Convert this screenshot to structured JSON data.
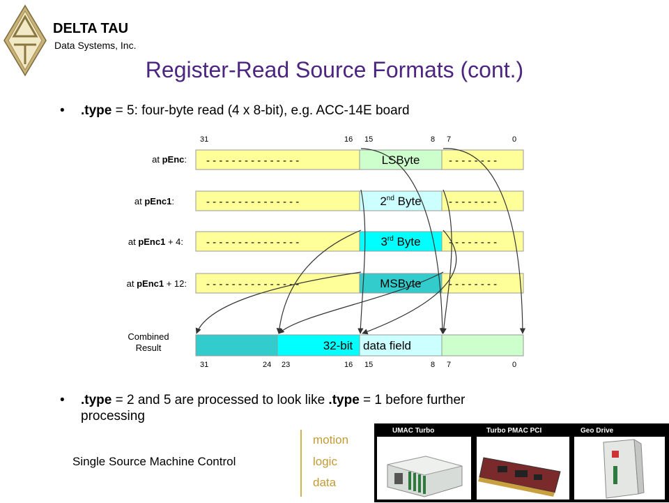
{
  "header": {
    "company_name": "DELTA TAU",
    "company_sub": "Data Systems, Inc.",
    "logo_icon": "delta-tau-logo-icon"
  },
  "title": "Register-Read Source Formats (cont.)",
  "bullet1": {
    "kw": ".type",
    "rest": " = 5: four-byte read (4 x 8-bit), e.g. ACC-14E board"
  },
  "diagram": {
    "top_bits": [
      "31",
      "16",
      "15",
      "8",
      "7",
      "0"
    ],
    "bottom_bits": [
      "31",
      "24",
      "23",
      "16",
      "15",
      "8",
      "7",
      "0"
    ],
    "rows": [
      {
        "prefix": "at ",
        "reg": "pEnc",
        "suffix": ":",
        "field": "LSByte",
        "sup": ""
      },
      {
        "prefix": "at ",
        "reg": "pEnc1",
        "suffix": ":",
        "field": "2",
        "sup": "nd",
        "tail": " Byte"
      },
      {
        "prefix": "at ",
        "reg": "pEnc1",
        "suffix": " + 4:",
        "field": "3",
        "sup": "rd",
        "tail": " Byte"
      },
      {
        "prefix": "at ",
        "reg": "pEnc1",
        "suffix": " + 12:",
        "field": "MSByte",
        "sup": ""
      }
    ],
    "dashes_long": "- - - - - - - - - - - - - - -",
    "dashes_short": "- - - - - - - -",
    "combined_line1": "Combined",
    "combined_line2": "Result",
    "result_left": "32-bit",
    "result_right": "data field",
    "colors": {
      "yellow": "#ffff99",
      "byte1": "#ccffcc",
      "byte2": "#ccffff",
      "byte3": "#00ffff",
      "byte4": "#33cccc",
      "result_green": "#ccffcc"
    }
  },
  "bullet2": {
    "kw1": ".type",
    "mid": " = 2 and 5 are processed to look like ",
    "kw2": ".type",
    "rest": " = 1 before further",
    "line2": "processing"
  },
  "footer": {
    "text": "Single Source Machine Control",
    "words": [
      "motion",
      "logic",
      "data"
    ],
    "products": [
      "UMAC Turbo",
      "Turbo PMAC PCI",
      "Geo Drive"
    ]
  }
}
